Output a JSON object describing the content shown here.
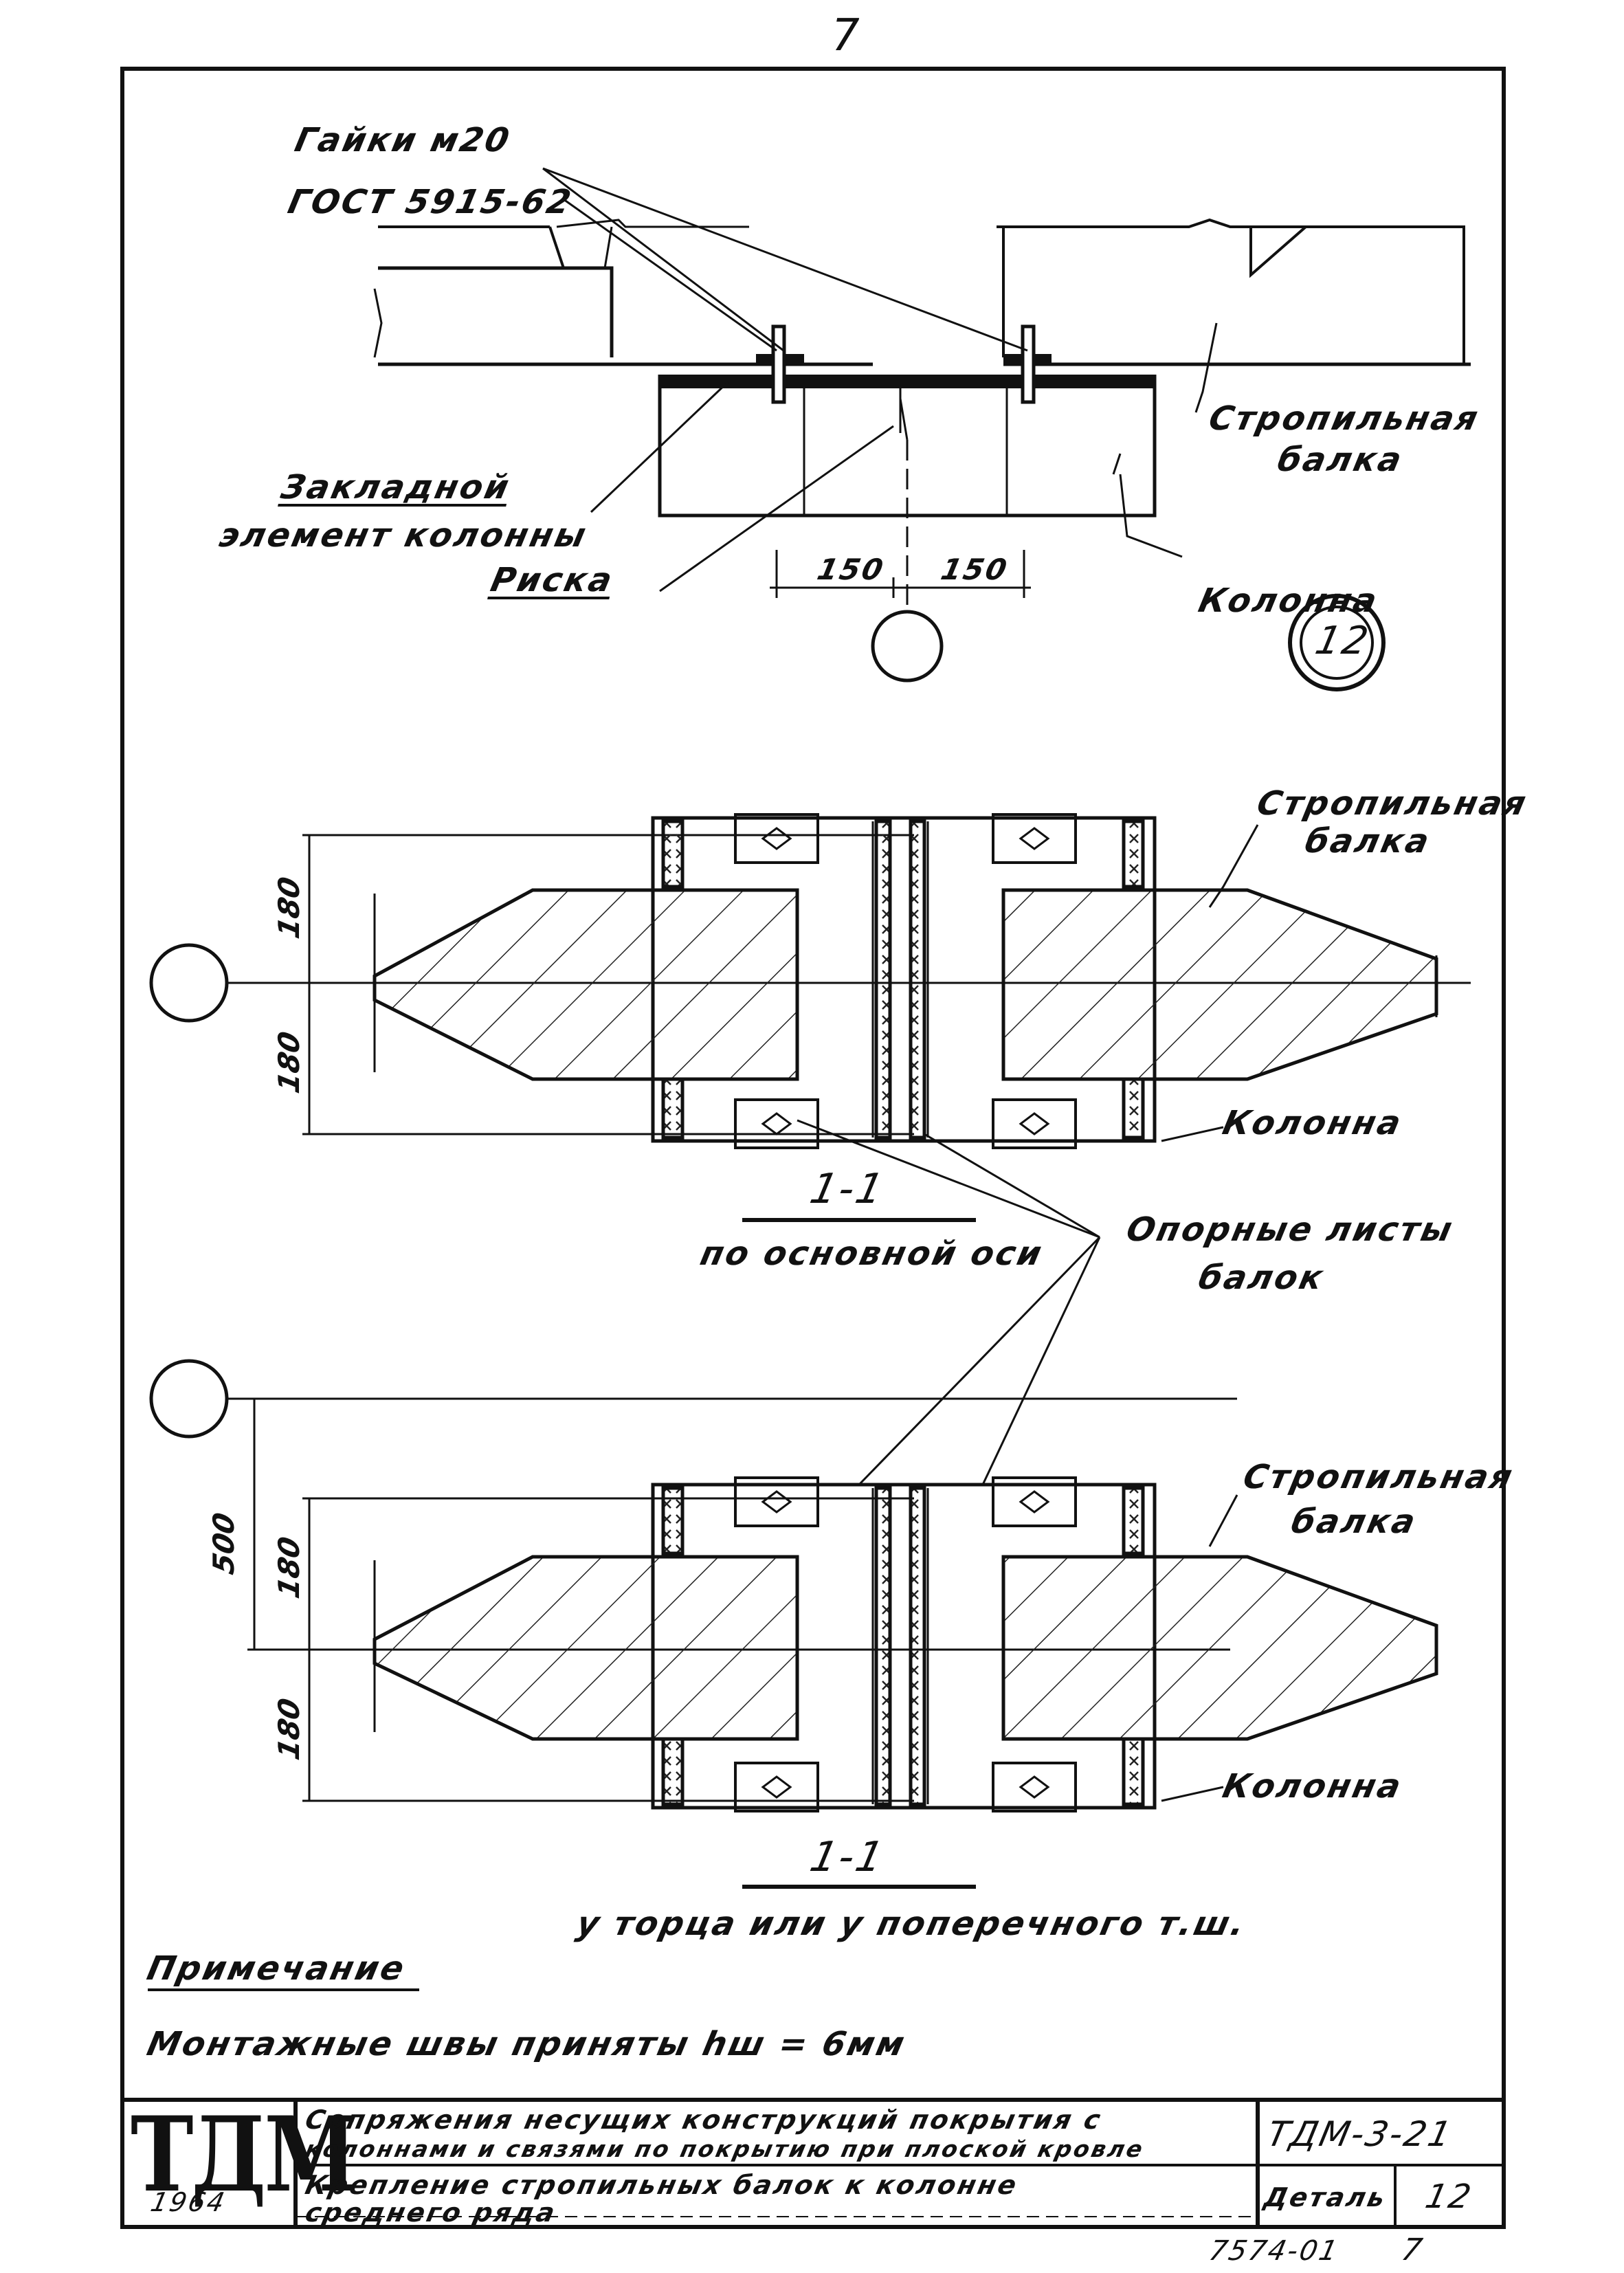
{
  "page_number": "7",
  "top_detail": {
    "nuts_label_1": "Гайки м20",
    "nuts_label_2": "ГОСТ 5915-62",
    "beam_label_1": "Стропильная",
    "beam_label_2": "балка",
    "embedded_label_1": "Закладной",
    "embedded_label_2": "элемент колонны",
    "mark_label": "Риска",
    "column_label": "Колонна",
    "dim_left": "150",
    "dim_right": "150",
    "detail_number": "12"
  },
  "section_main": {
    "beam_label_1": "Стропильная",
    "beam_label_2": "балка",
    "column_label": "Колонна",
    "dim_top": "180",
    "dim_bottom": "180",
    "section_id": "1-1",
    "section_caption": "по основной оси",
    "plates_label_1": "Опорные листы",
    "plates_label_2": "балок"
  },
  "section_end": {
    "beam_label_1": "Стропильная",
    "beam_label_2": "балка",
    "column_label": "Колонна",
    "dim_500": "500",
    "dim_top": "180",
    "dim_bottom": "180",
    "section_id": "1-1",
    "section_caption": "у торца или у поперечного т.ш."
  },
  "note": {
    "heading": "Примечание",
    "text": "Монтажные швы приняты hш = 6мм"
  },
  "title_block": {
    "logo": "ТДМ",
    "year": "1964",
    "title_line_1": "Сопряжения несущих конструкций покрытия с",
    "title_line_2": "колоннами и связями по покрытию при плоской кровле",
    "series_code": "ТДМ-3-21",
    "sheet_line_1": "Крепление стропильных балок к колонне",
    "sheet_line_2": "среднего ряда",
    "detail_label": "Деталь",
    "detail_number": "12"
  },
  "footer": {
    "archive_number": "7574-01",
    "page": "7"
  }
}
